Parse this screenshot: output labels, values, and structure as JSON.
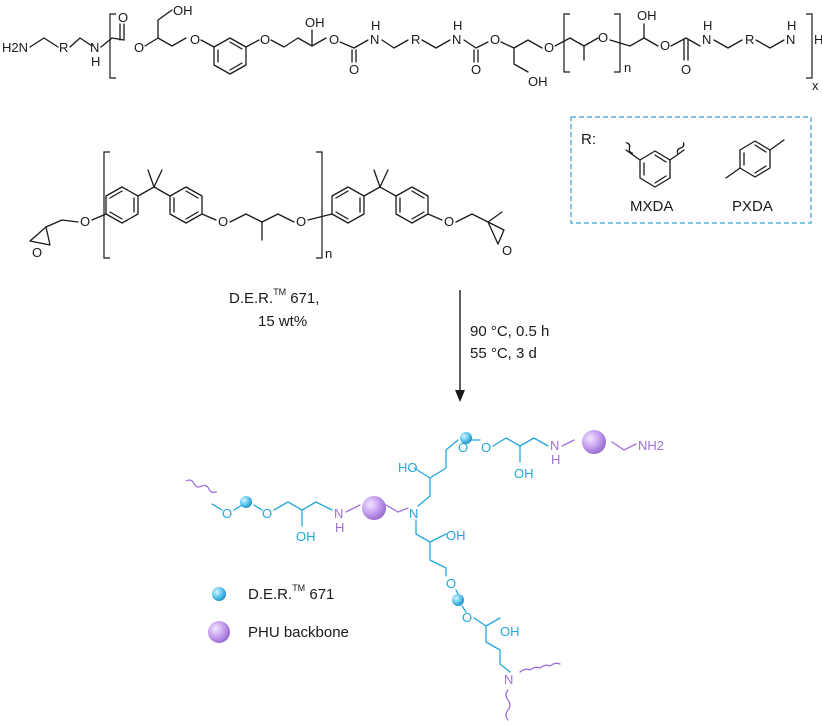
{
  "polymer_top": {
    "atoms": {
      "h2n": "H2N",
      "r": "R",
      "nh": "N",
      "h": "H",
      "o": "O",
      "oh": "OH",
      "h_end": "H"
    },
    "repeat_subscripts": {
      "n": "n",
      "x": "x"
    }
  },
  "r_group_box": {
    "label": "R:",
    "options": [
      "MXDA",
      "PXDA"
    ]
  },
  "der_structure": {
    "name": "D.E.R.",
    "superscript": "TM",
    "number": "671,",
    "loading": "15 wt%",
    "repeat_subscript": "n",
    "atom_o": "O"
  },
  "reaction_conditions": {
    "line1": "90 °C, 0.5 h",
    "line2": "55 °C, 3 d"
  },
  "network": {
    "atoms": {
      "o": "O",
      "oh": "OH",
      "ho": "HO",
      "n": "N",
      "nh": "N",
      "h": "H",
      "nh2": "NH2"
    }
  },
  "legend": {
    "items": [
      {
        "label": "D.E.R.",
        "sup": "TM",
        "tail": " 671",
        "color": "#22a7dc"
      },
      {
        "label": "PHU backbone",
        "color": "#a070d8"
      }
    ]
  },
  "colors": {
    "der_blue": "#22a7dc",
    "phu_purple": "#a070d8",
    "bonds": "#1a1a1a"
  }
}
